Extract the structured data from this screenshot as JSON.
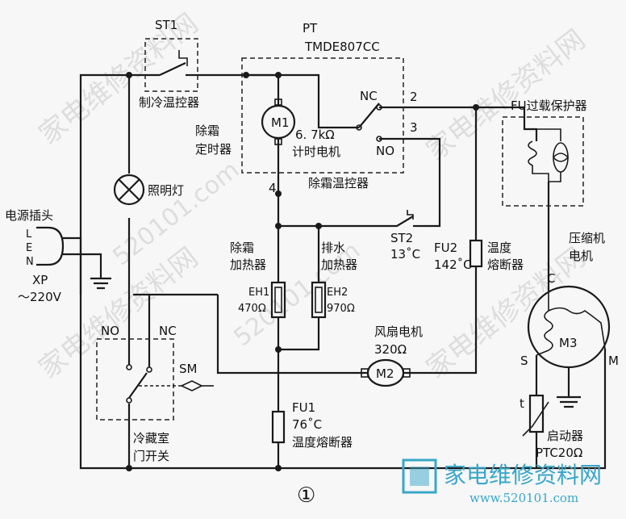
{
  "labels": {
    "st1": "ST1",
    "cooling_thermostat": "制冷温控器",
    "pt": "PT",
    "pt_model": "TMDE807CC",
    "m1": "M1",
    "defrost": "除霜",
    "timer": "定时器",
    "m1_res": "6. 7kΩ",
    "timer_motor": "计时电机",
    "nc_top": "NC",
    "no_top": "NO",
    "t2": "2",
    "t3": "3",
    "t4": "4",
    "defrost_thermostat": "除霜温控器",
    "lamp": "照明灯",
    "plug": "电源插头",
    "L": "L",
    "E": "E",
    "N": "N",
    "xp": "XP",
    "voltage": "～220V",
    "st2": "ST2",
    "st2_temp": "13˚C",
    "defrost_heater_1": "除霜",
    "defrost_heater_2": "加热器",
    "drain_heater_1": "排水",
    "drain_heater_2": "加热器",
    "eh1": "EH1",
    "eh1_val": "470Ω",
    "eh2": "EH2",
    "eh2_val": "970Ω",
    "fu2": "FU2",
    "fu2_temp": "142˚C",
    "fuse_temp_1": "温度",
    "fuse_temp_2": "熔断器",
    "fu_overload": "FU过载保护器",
    "compressor_1": "压缩机",
    "compressor_2": "电机",
    "C": "C",
    "S": "S",
    "M": "M",
    "m3": "M3",
    "fan_motor": "风扇电机",
    "fan_res": "320Ω",
    "m2": "M2",
    "no_left": "NO",
    "nc_left": "NC",
    "sm": "SM",
    "door_switch_1": "冷藏室",
    "door_switch_2": "门开关",
    "fu1": "FU1",
    "fu1_temp": "76˚C",
    "fu1_name": "温度熔断器",
    "t_sym": "t",
    "starter": "启动器",
    "ptc": "PTC20Ω",
    "figure_no": "①"
  },
  "watermark": {
    "text_cn": "家电维修资料网",
    "text_url": "520101.com",
    "logo_text": "家电维修资料网",
    "logo_url": "www.520101.com"
  }
}
